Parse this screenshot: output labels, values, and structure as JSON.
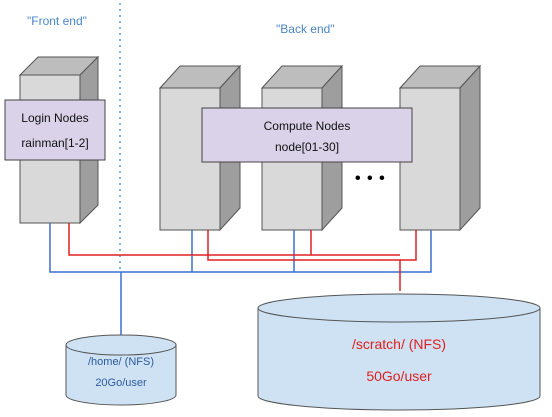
{
  "labels": {
    "front_end": "\"Front end\"",
    "back_end": "\"Back end\""
  },
  "login": {
    "title": "Login Nodes",
    "hosts": "rainman[1-2]"
  },
  "compute": {
    "title": "Compute Nodes",
    "hosts": "node[01-30]",
    "ellipsis": "• • •"
  },
  "home_storage": {
    "path": "/home/ (NFS)",
    "quota": "20Go/user"
  },
  "scratch_storage": {
    "path": "/scratch/ (NFS)",
    "quota": "50Go/user"
  },
  "colors": {
    "blue_link": "#3b6fd4",
    "red_link": "#e02020",
    "server_face": "#d9d9d9",
    "server_side": "#9e9e9e",
    "server_top": "#bdbdbd",
    "node_box": "#d9d2e9",
    "disk_fill": "#cfe2f3",
    "label_blue": "#4a86c8"
  }
}
